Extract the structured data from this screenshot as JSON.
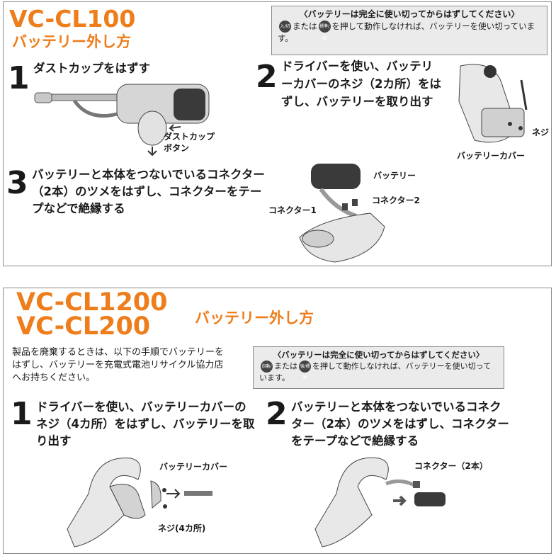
{
  "section1": {
    "model": "VC-CL100",
    "subtitle": "バッテリー外し方",
    "note": {
      "title": "〈バッテリーは完全に使い切ってからはずしてください〉",
      "btn1": "入/切",
      "btn2": "標準/強",
      "mid": "または",
      "rest": "を押して動作しなければ、バッテリーを使い切っています。"
    },
    "steps": [
      {
        "num": "1",
        "text": "ダストカップをはずす"
      },
      {
        "num": "2",
        "text": "ドライバーを使い、バッテリーカバーのネジ（2カ所）をはずし、バッテリーを取り出す"
      },
      {
        "num": "3",
        "text": "バッテリーと本体をつないでいるコネクター（2本）のツメをはずし、コネクターをテープなどで絶縁する"
      }
    ],
    "labels": {
      "dust_btn": "ダストカップ\nボタン",
      "screw": "ネジ",
      "battery_cover": "バッテリーカバー",
      "battery": "バッテリー",
      "connector1": "コネクター1",
      "connector2": "コネクター2"
    }
  },
  "section2": {
    "model1": "VC-CL1200",
    "model2": "VC-CL200",
    "subtitle": "バッテリー外し方",
    "intro": "製品を廃棄するときは、以下の手順でバッテリーをはずし、バッテリーを充電式電池リサイクル協力店へお持ちください。",
    "note": {
      "title": "〈バッテリーは完全に使い切ってからはずしてください〉",
      "btn1": "自動/切",
      "btn2": "強/標準",
      "mid": "または",
      "rest": "を押して動作しなければ、バッテリーを使い切っています。"
    },
    "steps": [
      {
        "num": "1",
        "text": "ドライバーを使い、バッテリーカバーのネジ（4カ所）をはずし、バッテリーを取り出す"
      },
      {
        "num": "2",
        "text": "バッテリーと本体をつないでいるコネクター（2本）のツメをはずし、コネクターをテープなどで絶縁する"
      }
    ],
    "labels": {
      "battery_cover": "バッテリーカバー",
      "screw": "ネジ(4カ所)",
      "connector": "コネクター（2本）"
    }
  },
  "colors": {
    "accent": "#ee7d1b",
    "note_bg": "#ebebeb",
    "border": "#8a8a8a"
  }
}
